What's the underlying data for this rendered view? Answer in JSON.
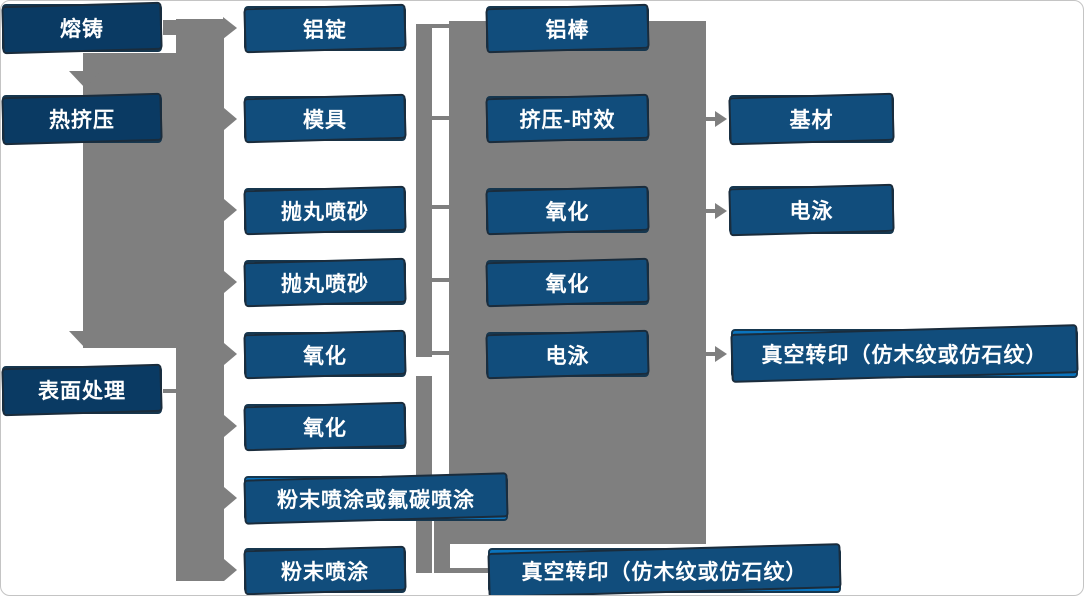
{
  "diagram": {
    "description": "Aluminium profile production process flowchart",
    "colors": {
      "connector_gray": "#7F7F7F",
      "node_fill": "#0A74BE",
      "node_fill_dark": "#0C4A7E",
      "node_shadow": "#114D7C",
      "node_border": "#16374F",
      "node_text": "#FFFFFF",
      "background": "#FFFFFF"
    },
    "nodes": [
      {
        "id": "melt-casting",
        "label": "熔铸",
        "style": "dark"
      },
      {
        "id": "hot-extrusion",
        "label": "热挤压",
        "style": "dark"
      },
      {
        "id": "surface-treatment",
        "label": "表面处理",
        "style": "dark"
      },
      {
        "id": "aluminum-ingot",
        "label": "铝锭",
        "style": "primary"
      },
      {
        "id": "mold",
        "label": "模具",
        "style": "primary"
      },
      {
        "id": "shot-blasting-1",
        "label": "抛丸喷砂",
        "style": "primary"
      },
      {
        "id": "shot-blasting-2",
        "label": "抛丸喷砂",
        "style": "primary"
      },
      {
        "id": "oxidation-1",
        "label": "氧化",
        "style": "primary"
      },
      {
        "id": "oxidation-2",
        "label": "氧化",
        "style": "primary"
      },
      {
        "id": "powder-or-fluorocarbon-coating",
        "label": "粉末喷涂或氟碳喷涂",
        "style": "primary"
      },
      {
        "id": "powder-coating",
        "label": "粉末喷涂",
        "style": "primary"
      },
      {
        "id": "aluminum-rod",
        "label": "铝棒",
        "style": "primary"
      },
      {
        "id": "extrusion-aging",
        "label": "挤压-时效",
        "style": "primary"
      },
      {
        "id": "oxidation-3",
        "label": "氧化",
        "style": "primary"
      },
      {
        "id": "oxidation-4",
        "label": "氧化",
        "style": "primary"
      },
      {
        "id": "electrophoresis-1",
        "label": "电泳",
        "style": "primary"
      },
      {
        "id": "vacuum-transfer-1",
        "label": "真空转印（仿木纹或仿石纹）",
        "style": "primary"
      },
      {
        "id": "base-material",
        "label": "基材",
        "style": "primary"
      },
      {
        "id": "electrophoresis-2",
        "label": "电泳",
        "style": "primary"
      },
      {
        "id": "vacuum-transfer-2",
        "label": "真空转印（仿木纹或仿石纹）",
        "style": "primary"
      }
    ],
    "flow_arrows": {
      "left_column_down": [
        "熔铸 → 热挤压",
        "热挤压 → 表面处理"
      ],
      "band_to_middle_column": [
        "铝锭",
        "模具",
        "抛丸喷砂",
        "抛丸喷砂",
        "氧化",
        "氧化",
        "粉末喷涂或氟碳喷涂",
        "粉末喷涂"
      ],
      "block_to_right_column": [
        "挤压-时效 → 基材",
        "氧化 → 电泳",
        "电泳 → 真空转印（仿木纹或仿石纹）"
      ],
      "bottom_link": "粉末喷涂 → 真空转印（仿木纹或仿石纹）"
    }
  }
}
